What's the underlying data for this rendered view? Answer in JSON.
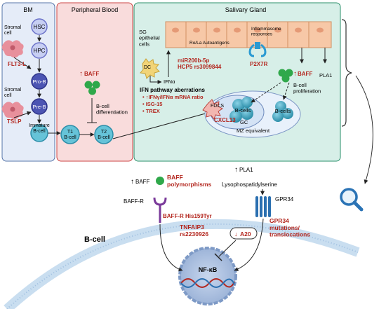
{
  "panels": {
    "bm": "BM",
    "peripheral": "Peripheral Blood",
    "salivary": "Salivary Gland"
  },
  "bm": {
    "stromal1": "Stromal\ncell",
    "stromal2": "Stromal\ncell",
    "hsc": "HSC",
    "hpc": "HPC",
    "prob": "Pro-B",
    "preb": "Pre-B",
    "immature": "Immature\nB-cell",
    "flt3": "FLT3-L",
    "tslp": "TSLP"
  },
  "pb": {
    "baff": "BAFF",
    "diff": "B-cell\ndifferentiation",
    "t1": "T1\nB-cell",
    "t2": "T2\nB-cell"
  },
  "sg": {
    "epithelial": "SG\nepithelial\ncells",
    "roLa": "Ro/La Autoantigens",
    "inflammasome": "Inflammasome\nresponses",
    "mir": "miR200b-5p",
    "hcp5": "HCP5 rs3099844",
    "p2x7r": "P2X7R",
    "dc": "DC",
    "ifna": "IFNα",
    "ifn_title": "IFN pathway aberrations",
    "ifn_items": [
      "↑IFNγ/IFNα mRNA ratio",
      "ISG-15",
      "TREX"
    ],
    "baff": "BAFF",
    "prolif": "B-cell\nproliferation",
    "pla1": "PLA1",
    "fdcs": "FDCS",
    "bcells1": "B-cells",
    "bcells2": "B-cells",
    "cxcl13": "CXCL13",
    "gc": "GC",
    "mz": "MZ equivalent"
  },
  "bcell": {
    "baff_small": "BAFF",
    "baff_poly": "BAFF\npolymorphisms",
    "pla1": "PLA1",
    "lyso": "Lysophospatidylserine",
    "baffr": "BAFF-R",
    "baffr_var": "BAFF-R His159Tyr",
    "gpr34": "GPR34",
    "gpr34_mut": "GPR34\nmutations/\ntranslocations",
    "tnfaip3": "TNFAIP3\nrs2230926",
    "a20": "A20",
    "nfkb": "NF-κB",
    "label": "B-cell"
  },
  "colors": {
    "bm_bg": "#e5ecf8",
    "pb_bg": "#f9dcdc",
    "sg_bg": "#d7efe8",
    "red": "#b3261e",
    "purple": "#6b72c9",
    "green": "#2fa84a"
  },
  "icons": [
    "magnifier-icon",
    "dna-icon",
    "receptor-icon"
  ]
}
